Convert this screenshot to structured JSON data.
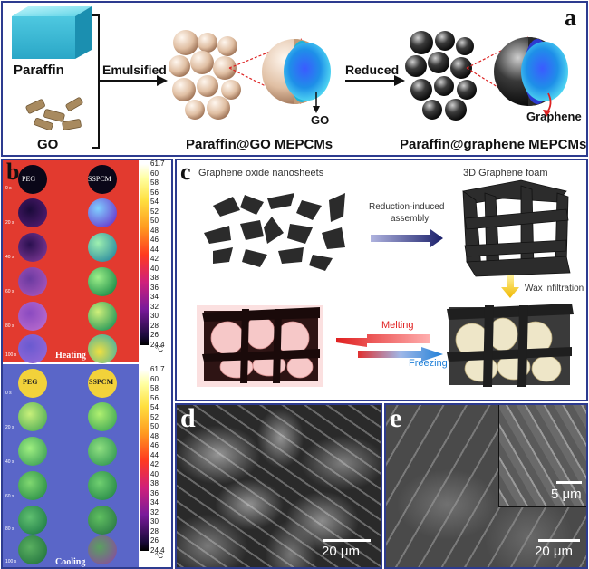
{
  "panel_a": {
    "label": "a",
    "paraffin": "Paraffin",
    "go": "GO",
    "emulsified": "Emulsified",
    "reduced": "Reduced",
    "go_pointer": "GO",
    "graphene_pointer": "Graphene",
    "product1": "Paraffin@GO MEPCMs",
    "product2": "Paraffin@graphene MEPCMs"
  },
  "panel_b": {
    "label": "b",
    "heating": {
      "col1": "PEG",
      "col2": "SSPCM",
      "caption": "Heating",
      "times": [
        "0 s",
        "20 s",
        "40 s",
        "60 s",
        "80 s",
        "100 s"
      ]
    },
    "cooling": {
      "col1": "PEG",
      "col2": "SSPCM",
      "caption": "Cooling",
      "times": [
        "0 s",
        "20 s",
        "40 s",
        "60 s",
        "80 s",
        "100 s"
      ]
    },
    "scale_ticks": [
      "61.7",
      "60",
      "58",
      "56",
      "54",
      "52",
      "50",
      "48",
      "46",
      "44",
      "42",
      "40",
      "38",
      "36",
      "34",
      "32",
      "30",
      "28",
      "26",
      "24.4"
    ],
    "unit": "°C",
    "colors": {
      "heat_bg": "#e23a2f",
      "cool_bg": "#5a66c8"
    }
  },
  "panel_c": {
    "label": "c",
    "go_sheets": "Graphene oxide nanosheets",
    "foam": "3D Graphene foam",
    "reduction_line1": "Reduction-induced",
    "reduction_line2": "assembly",
    "wax": "Wax infiltration",
    "melting": "Melting",
    "freezing": "Freezing"
  },
  "panel_d": {
    "label": "d",
    "scale": "20 μm"
  },
  "panel_e": {
    "label": "e",
    "scale": "20 μm",
    "inset_scale": "5 μm"
  }
}
